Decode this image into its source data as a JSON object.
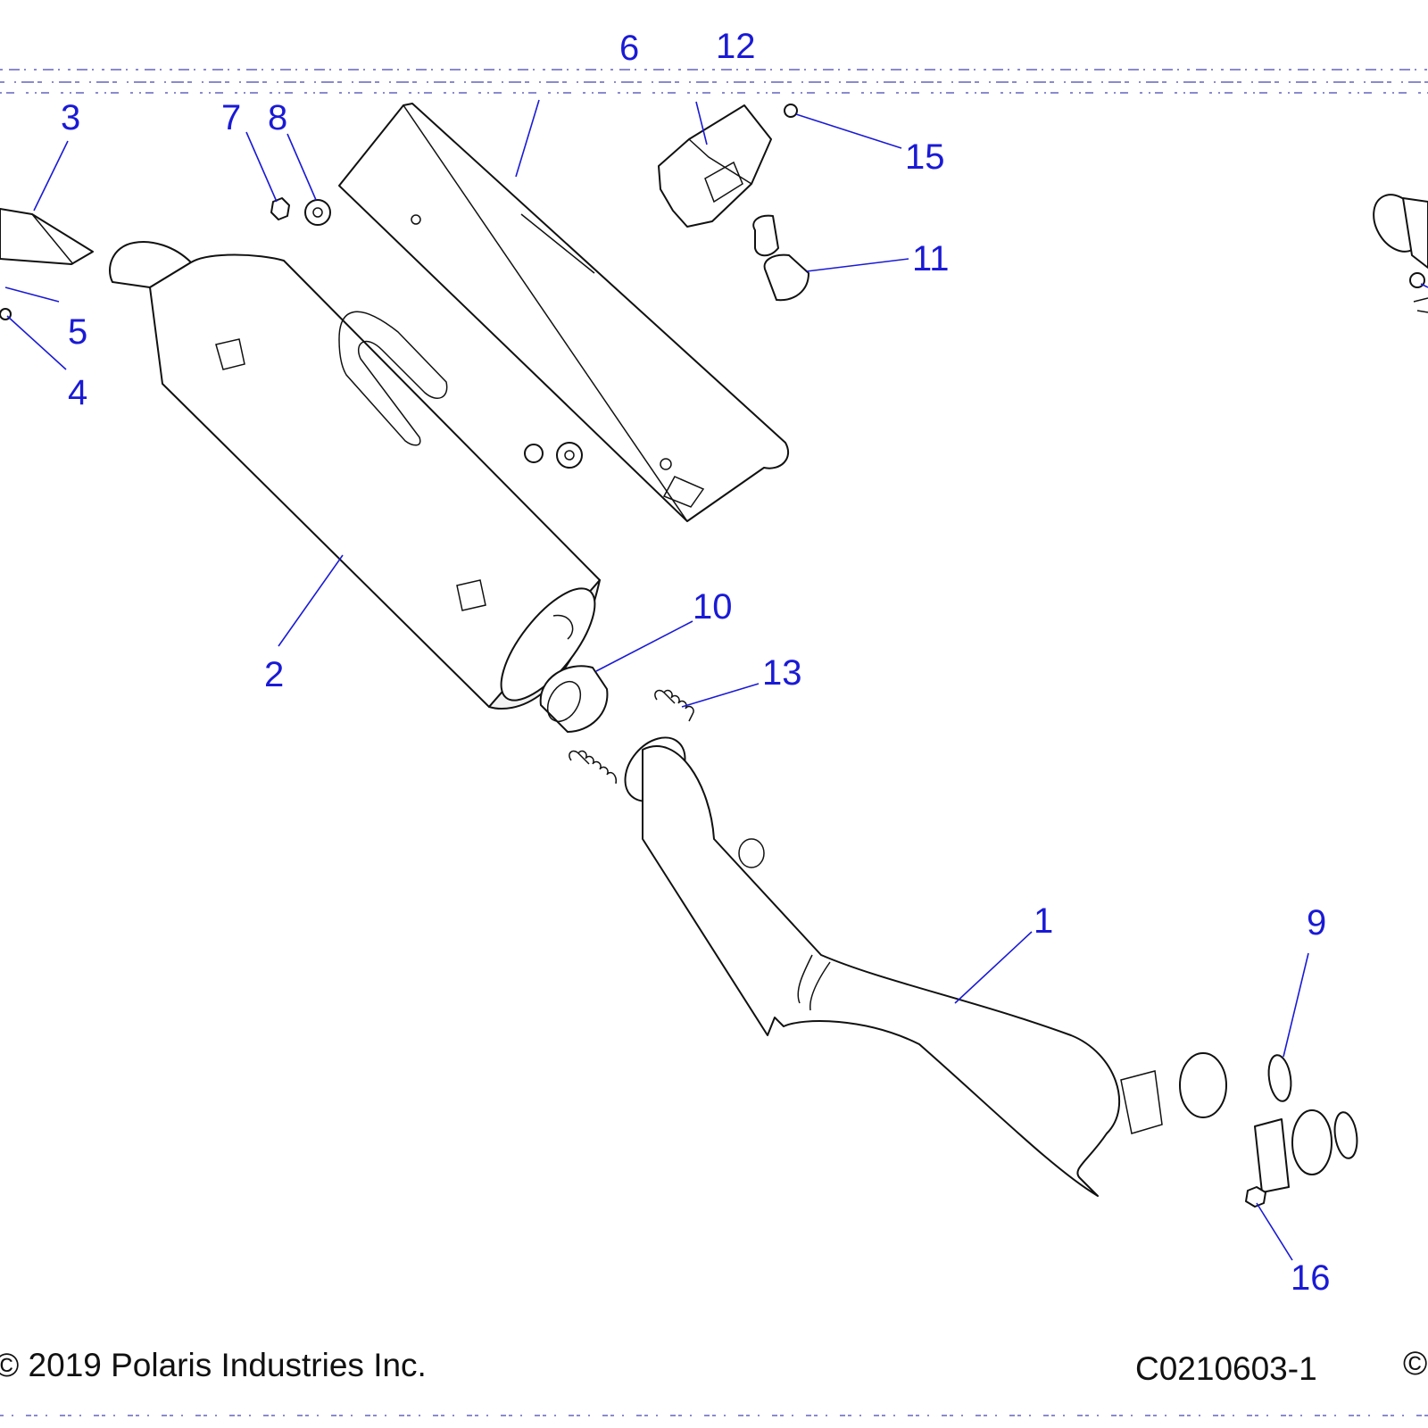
{
  "callouts": {
    "c1": "1",
    "c2": "2",
    "c3": "3",
    "c4": "4",
    "c5": "5",
    "c6": "6",
    "c7": "7",
    "c8": "8",
    "c9": "9",
    "c10": "10",
    "c11": "11",
    "c12": "12",
    "c13": "13",
    "c15": "15",
    "c16": "16"
  },
  "footer": {
    "copyright": "© 2019 Polaris Industries Inc.",
    "drawing_number": "C0210603-1",
    "copyright_edge": "©"
  },
  "colors": {
    "callout": "#1a1ad6",
    "line": "#111111"
  }
}
